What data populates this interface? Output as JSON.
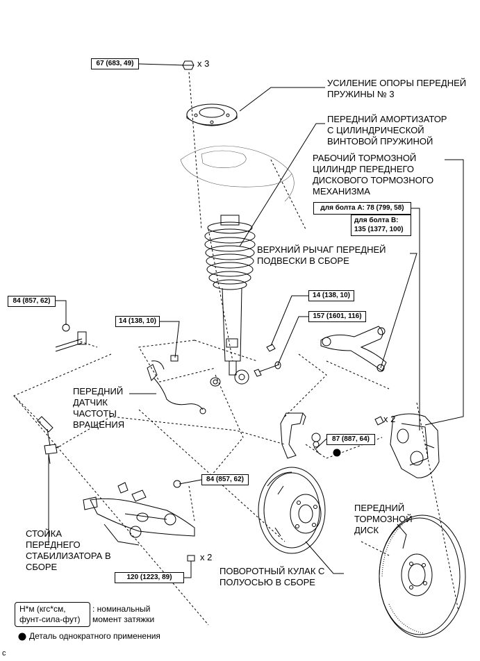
{
  "labels": {
    "spring_reinforcement": "УСИЛЕНИЕ ОПОРЫ ПЕРЕДНЕЙ\nПРУЖИНЫ № 3",
    "shock_absorber": "ПЕРЕДНИЙ АМОРТИЗАТОР\nС ЦИЛИНДРИЧЕСКОЙ\nВИНТОВОЙ ПРУЖИНОЙ",
    "brake_cylinder": "РАБОЧИЙ ТОРМОЗНОЙ\nЦИЛИНДР ПЕРЕДНЕГО\nДИСКОВОГО ТОРМОЗНОГО\nМЕХАНИЗМА",
    "upper_arm": "ВЕРХНИЙ РЫЧАГ ПЕРЕДНЕЙ\nПОДВЕСКИ В СБОРЕ",
    "speed_sensor": "ПЕРЕДНИЙ\nДАТЧИК\nЧАСТОТЫ\nВРАЩЕНИЯ",
    "stabilizer_link": "СТОЙКА\nПЕРЕДНЕГО\nСТАБИЛИЗАТОРА В\nСБОРЕ",
    "steering_knuckle": "ПОВОРОТНЫЙ КУЛАК С\nПОЛУОСЬЮ В СБОРЕ",
    "brake_disc": "ПЕРЕДНИЙ\nТОРМОЗНОЙ\nДИСК"
  },
  "torques": {
    "top_nut": "67 (683, 49)",
    "link_upper": "84 (857, 62)",
    "sensor_bolt": "14 (138, 10)",
    "shock_small": "14 (138, 10)",
    "shock_lower": "157 (1601, 116)",
    "knuckle_nut": "87 (887, 64)",
    "link_lower": "84 (857, 62)",
    "lower_arm": "120 (1223, 89)",
    "bolt_a": "для болта А: 78 (799, 58)",
    "bolt_b": "для болта В:\n135 (1377, 100)"
  },
  "quantities": {
    "top_nut": "x 3",
    "caliper": "x 2",
    "lower_arm": "x 2"
  },
  "legend": {
    "units": "Н*м (кгс*см,\nфунт-сила-фут)",
    "units_desc": ": номинальный\nмомент затяжки",
    "single_use": "Деталь однократного применения"
  },
  "footer_mark": "c",
  "colors": {
    "line": "#000000",
    "background": "#ffffff"
  }
}
